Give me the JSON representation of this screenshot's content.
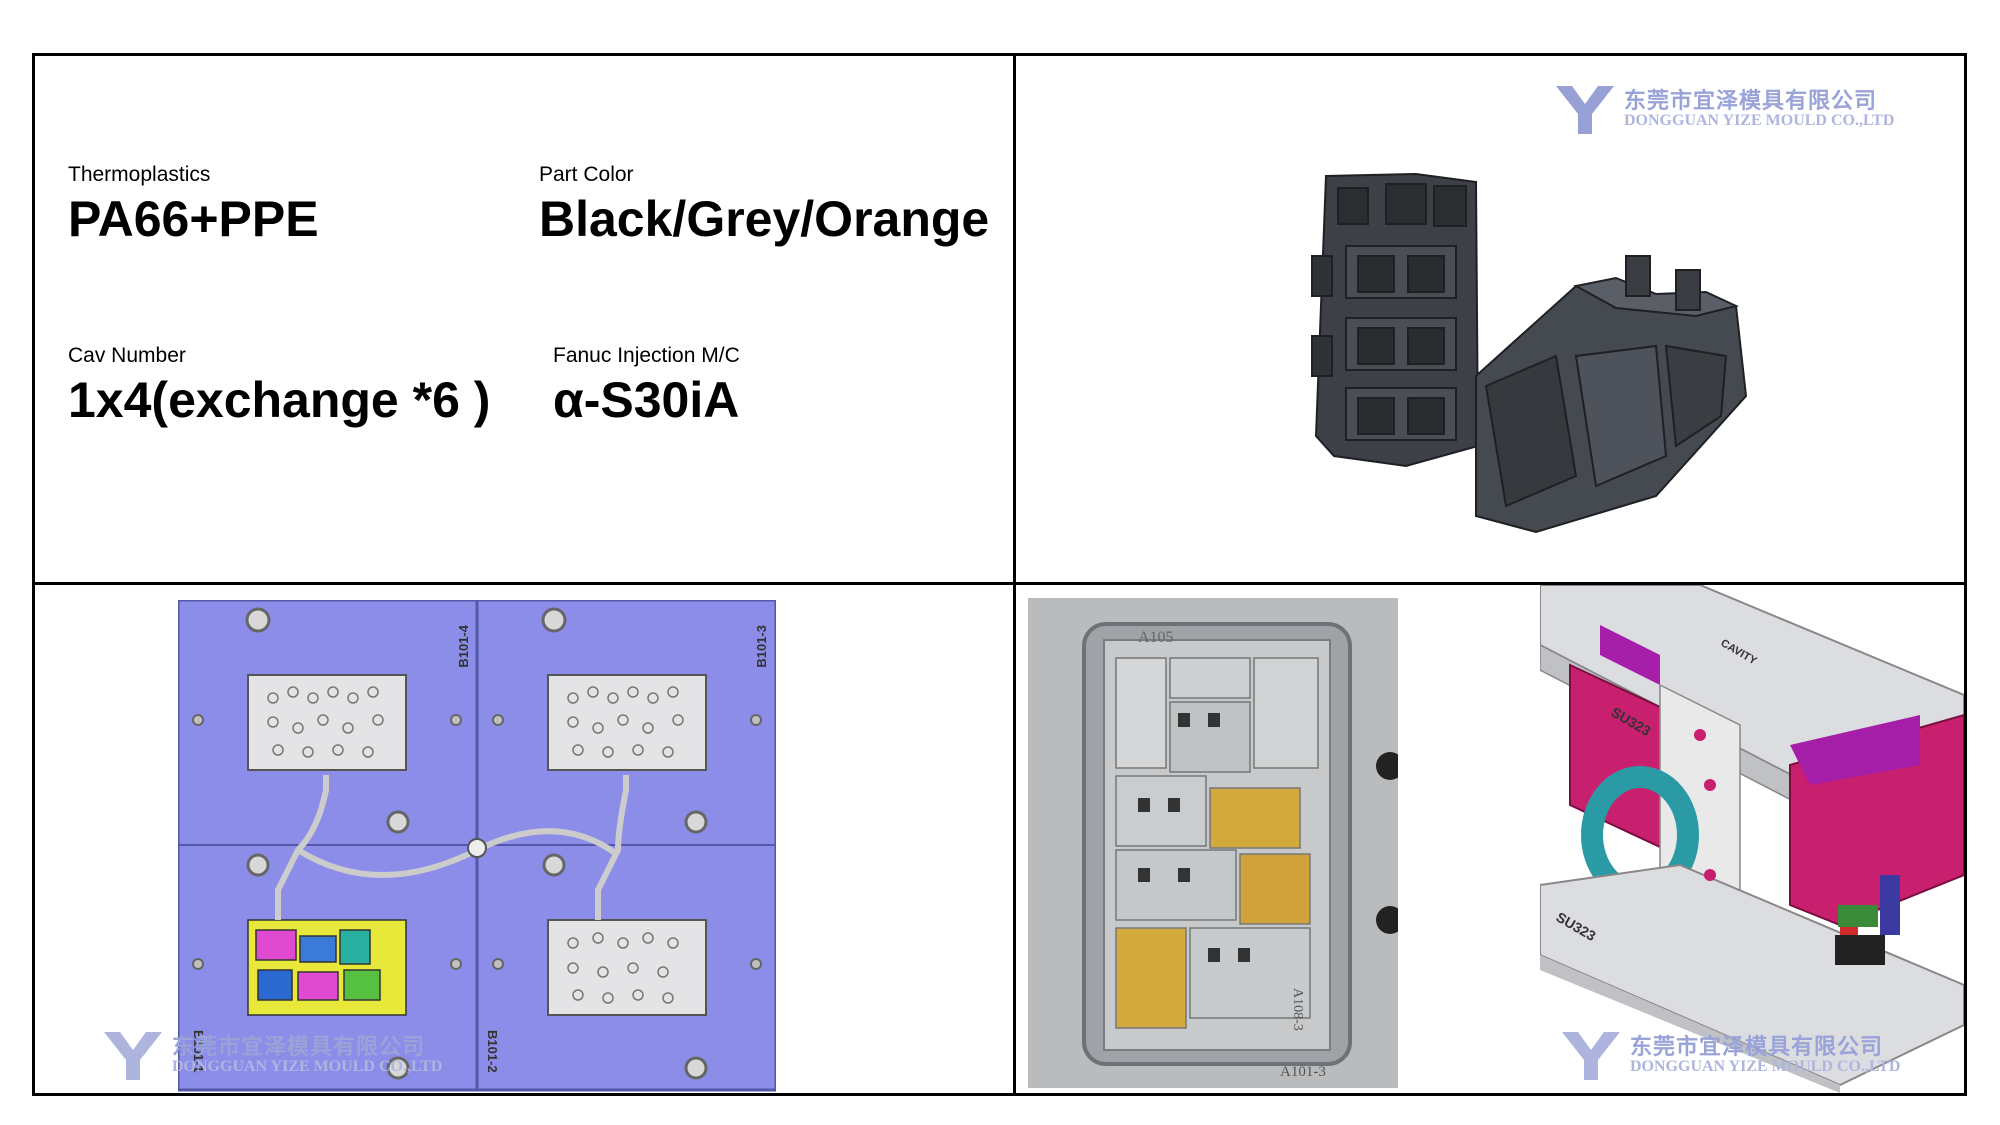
{
  "specs": {
    "material_label": "Thermoplastics",
    "material_value": "PA66+PPE",
    "color_label": "Part Color",
    "color_value": "Black/Grey/Orange",
    "cavity_label": "Cav Number",
    "cavity_value": "1x4(exchange *6 )",
    "machine_label": "Fanuc Injection M/C",
    "machine_value": "α-S30iA"
  },
  "watermark": {
    "company_cn": "东莞市宜泽模具有限公司",
    "company_en": "DONGGUAN YIZE MOULD CO.,LTD"
  },
  "layout_labels": {
    "tl": "B101-4",
    "tr": "B101-3",
    "bl": "B101-1",
    "br": "B101-2"
  },
  "insert_photo": {
    "top_label": "A105",
    "bottom_label": "A101-3",
    "side_label": "A108-3"
  },
  "mold_3d": {
    "tag": "SU323",
    "plate_text": "CAVITY"
  },
  "colors": {
    "layout_plate": "#8b8de8",
    "part_dark": "#3a3d42",
    "mold_magenta": "#c8206e",
    "eye_bolt": "#2a9aa4"
  }
}
